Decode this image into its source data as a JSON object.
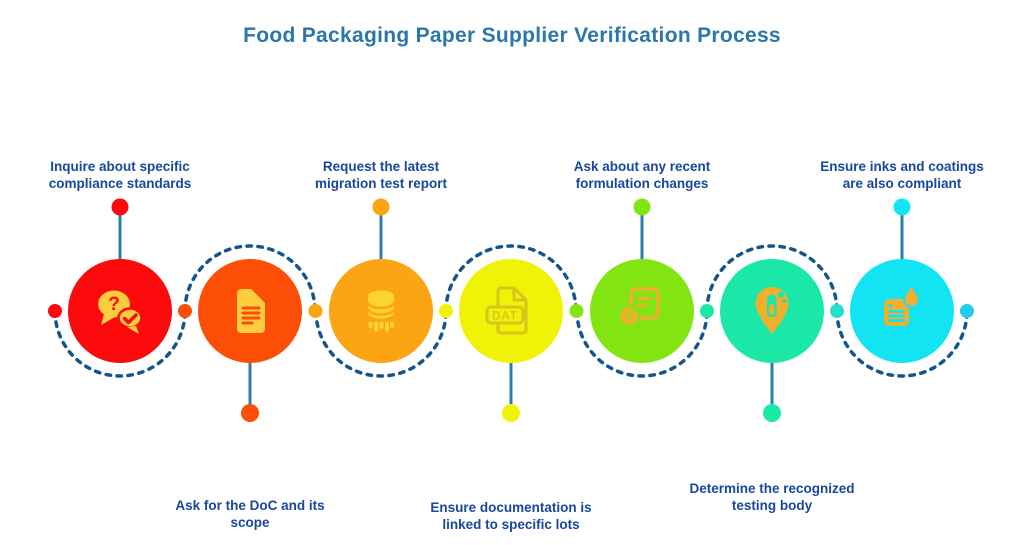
{
  "title": "Food Packaging Paper Supplier Verification Process",
  "colors": {
    "background": "#FFFFFF",
    "title": "#2C76A8",
    "label": "#17479E",
    "arc": "#14568C",
    "line": "#2E7CA8"
  },
  "steps": [
    {
      "name": "compliance-standards",
      "label_lines": [
        "Inquire about specific",
        "compliance standards"
      ],
      "label_position": "top",
      "color": "#FA0A0A",
      "icon": "chat-question-check-icon",
      "icon_color": "#FACC3E",
      "bubble_glyph": "?"
    },
    {
      "name": "doc-and-scope",
      "label_lines": [
        "Ask for the DoC and its",
        "scope"
      ],
      "label_position": "bottom",
      "color": "#FC4E06",
      "icon": "document-icon",
      "icon_color": "#FACC3E"
    },
    {
      "name": "migration-test-report",
      "label_lines": [
        "Request the latest",
        "migration test report"
      ],
      "label_position": "top",
      "color": "#FCA413",
      "icon": "database-icon",
      "icon_color": "#FCD430"
    },
    {
      "name": "documentation-lots",
      "label_lines": [
        "Ensure documentation is",
        "linked to specific lots"
      ],
      "label_position": "bottom",
      "color": "#F0F306",
      "icon": "dat-file-icon",
      "icon_color": "#D8C51F",
      "file_label": "DAT"
    },
    {
      "name": "formulation-changes",
      "label_lines": [
        "Ask about any recent",
        "formulation changes"
      ],
      "label_position": "top",
      "color": "#82E512",
      "icon": "document-question-icon",
      "icon_color": "#F2AE2D",
      "question_glyph": "?"
    },
    {
      "name": "testing-body",
      "label_lines": [
        "Determine the recognized",
        "testing body"
      ],
      "label_position": "bottom",
      "color": "#1BE7A6",
      "icon": "test-tube-pin-icon",
      "icon_color": "#F2AE2D"
    },
    {
      "name": "inks-coatings",
      "label_lines": [
        "Ensure inks and coatings",
        "are also compliant"
      ],
      "label_position": "top",
      "color": "#12E4F4",
      "icon": "notepad-droplet-icon",
      "icon_color": "#F2AE2D"
    }
  ],
  "connector_dots": [
    "#FA0A0A",
    "#FC4E06",
    "#FCA413",
    "#F0F306",
    "#82E512",
    "#1BE7A6",
    "#22E0CC",
    "#27CBEA"
  ]
}
